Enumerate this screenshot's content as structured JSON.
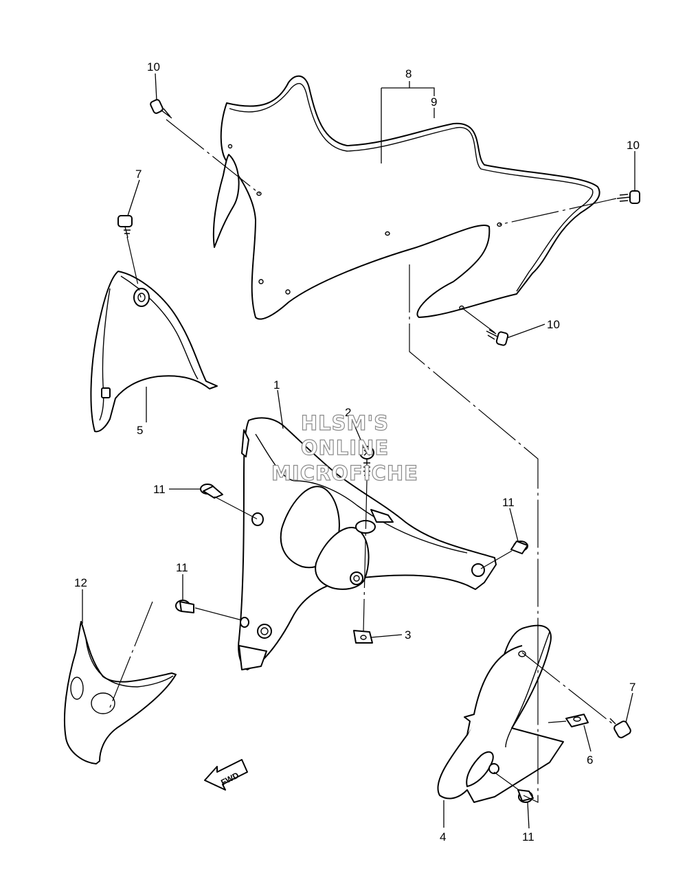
{
  "callouts": {
    "c1": "1",
    "c2": "2",
    "c3": "3",
    "c4": "4",
    "c5": "5",
    "c6": "6",
    "c7a": "7",
    "c7b": "7",
    "c8": "8",
    "c9": "9",
    "c10a": "10",
    "c10b": "10",
    "c10c": "10",
    "c11a": "11",
    "c11b": "11",
    "c11c": "11",
    "c11d": "11",
    "c12": "12"
  },
  "watermark": {
    "line1": "HLSM'S",
    "line2": "ONLINE",
    "line3": "MICROFICHE"
  },
  "fwd_label": "FWD"
}
